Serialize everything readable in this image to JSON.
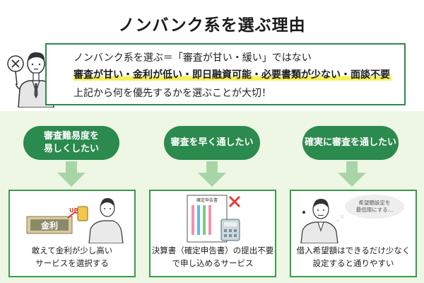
{
  "title": "ノンバンク系を選ぶ理由",
  "callout": {
    "line1": "ノンバンク系を選ぶ＝「審査が甘い・緩い」ではない",
    "line2": "審査が甘い・金利が低い・即日融資可能・必要書類が少ない・面談不要",
    "line3": "上記から何を優先するかを選ぶことが大切！"
  },
  "reasons": [
    {
      "label": "審査難易度を\n易しくしたい",
      "caption": "敢えて金利が少し高い\nサービスを選択する",
      "art_text": "金利",
      "art_badge": "UP"
    },
    {
      "label": "審査を早く通したい",
      "caption": "決算書（確定申告書）の提出不要\nで申し込めるサービス",
      "art_text": "確定申告書"
    },
    {
      "label": "確実に審査を通したい",
      "caption": "借入希望額はできるだけ少なく\n設定すると通りやすい",
      "art_text": "希望額設定を\n最低限にする…"
    }
  ],
  "colors": {
    "brand_green": "#2b8a4d",
    "band_bg": "#eef7e3",
    "arrow": "#a8d5a6",
    "highlight": "#f4f05a",
    "cross_red": "#e53935"
  }
}
